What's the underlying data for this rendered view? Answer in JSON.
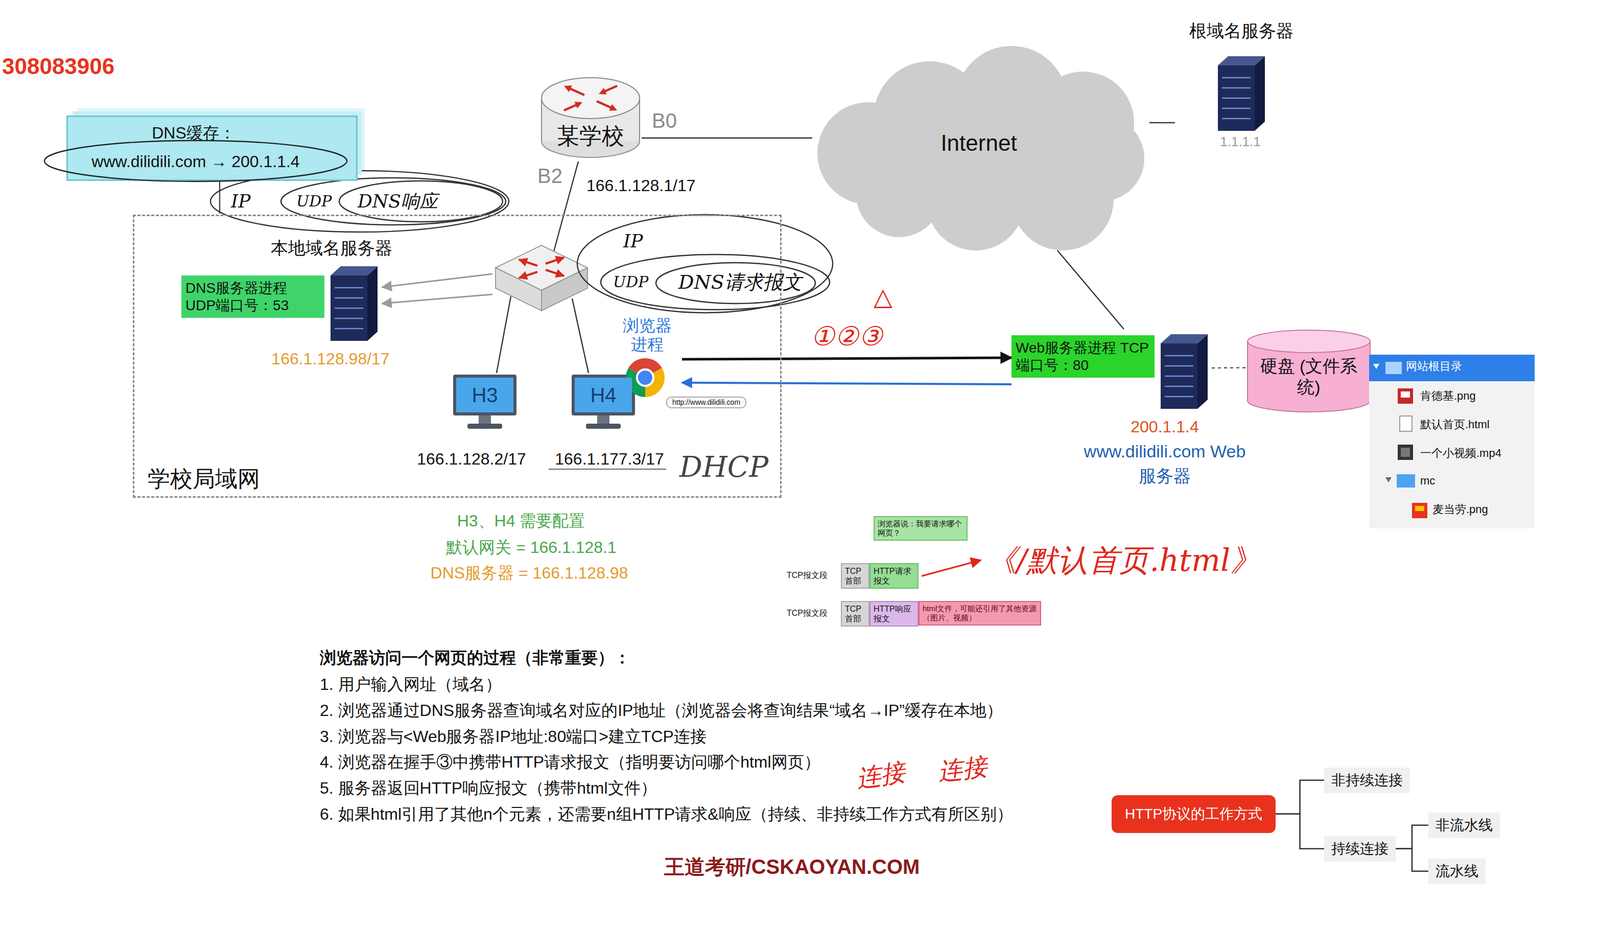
{
  "diagram": {
    "nodes": [
      {
        "text": [
          "DNS缓存：",
          "www.dilidili.com → 200.1.1.4"
        ]
      },
      {
        "text": [
          "某学校"
        ]
      },
      {
        "text": [
          "Internet"
        ]
      },
      {
        "text": [
          "根域名服务器",
          "1.1.1.1"
        ]
      },
      {
        "text": [
          "学校局域网"
        ]
      },
      {
        "text": [
          "本地域名服务器",
          "DNS服务器进程 UDP端口号：53",
          "166.1.128.98/17"
        ],
        "in": 4
      },
      {
        "text": [
          "H3",
          "166.1.128.2/17"
        ],
        "in": 4
      },
      {
        "text": [
          "H4",
          "166.1.177.3/17"
        ],
        "in": 4
      },
      {
        "text": [
          "浏览器进程"
        ],
        "in": 4
      },
      {
        "text": [
          "Web服务器进程 TCP端口号：80",
          "200.1.1.4",
          "www.dilidili.com Web服务器"
        ]
      },
      {
        "text": [
          "硬盘 (文件系统)"
        ]
      },
      {
        "text": [
          "网站根目录",
          "肯德基.png",
          "默认首页.html",
          "一个小视频.mp4",
          "mc",
          "麦当劳.png"
        ]
      },
      {
        "text": [
          "浏览器说：我要请求哪个网页？"
        ]
      },
      {
        "text": [
          "TCP首部"
        ]
      },
      {
        "text": [
          "HTTP请求报文"
        ]
      },
      {
        "text": [
          "TCP首部"
        ]
      },
      {
        "text": [
          "HTTP响应报文"
        ]
      },
      {
        "text": [
          "html文件，可能还引用了其他资源（图片、视频）"
        ]
      },
      {
        "text": [
          "HTTP协议的工作方式"
        ]
      },
      {
        "text": [
          "非持续连接"
        ]
      },
      {
        "text": [
          "持续连接"
        ]
      },
      {
        "text": [
          "非流水线"
        ]
      },
      {
        "text": [
          "流水线"
        ]
      }
    ],
    "edges": [
      {
        "from": 1,
        "to": 2,
        "arrow": "none"
      },
      {
        "from": 2,
        "to": 3,
        "arrow": "none"
      },
      {
        "from": 2,
        "to": 9,
        "arrow": "none"
      },
      {
        "from": 8,
        "to": 9,
        "arrow": "to",
        "label": "①②③"
      },
      {
        "from": 9,
        "to": 8,
        "arrow": "to"
      },
      {
        "from": 9,
        "to": 10,
        "arrow": "none"
      },
      {
        "from": 18,
        "to": 19,
        "arrow": "none"
      },
      {
        "from": 18,
        "to": 20,
        "arrow": "none"
      },
      {
        "from": 20,
        "to": 21,
        "arrow": "none"
      },
      {
        "from": 20,
        "to": 22,
        "arrow": "none"
      }
    ],
    "labels": [
      "308083906",
      "IP",
      "UDP",
      "DNS响应",
      "B0",
      "B2",
      "166.1.128.1/17",
      "IP",
      "UDP",
      "DNS请求报文",
      "△",
      "http://www.dilidili.com",
      "DHCP",
      "H3、H4 需要配置",
      "默认网关 = 166.1.128.1",
      "DNS服务器 = 166.1.128.98",
      "TCP报文段",
      "《/默认首页.html》",
      "TCP报文段",
      "浏览器访问一个网页的过程（非常重要）：",
      "1. 用户输入网址（域名）",
      "2. 浏览器通过DNS服务器查询域名对应的IP地址（浏览器会将查询结果“域名→IP”缓存在本地）",
      "3. 浏览器与<Web服务器IP地址:80端口>建立TCP连接",
      "4. 浏览器在握手③中携带HTTP请求报文（指明要访问哪个html网页）",
      "5. 服务器返回HTTP响应报文（携带html文件）",
      "6. 如果html引用了其他n个元素，还需要n组HTTP请求&响应（持续、非持续工作方式有所区别）",
      "连接",
      "连接",
      "王道考研/CSKAOYAN.COM"
    ]
  }
}
